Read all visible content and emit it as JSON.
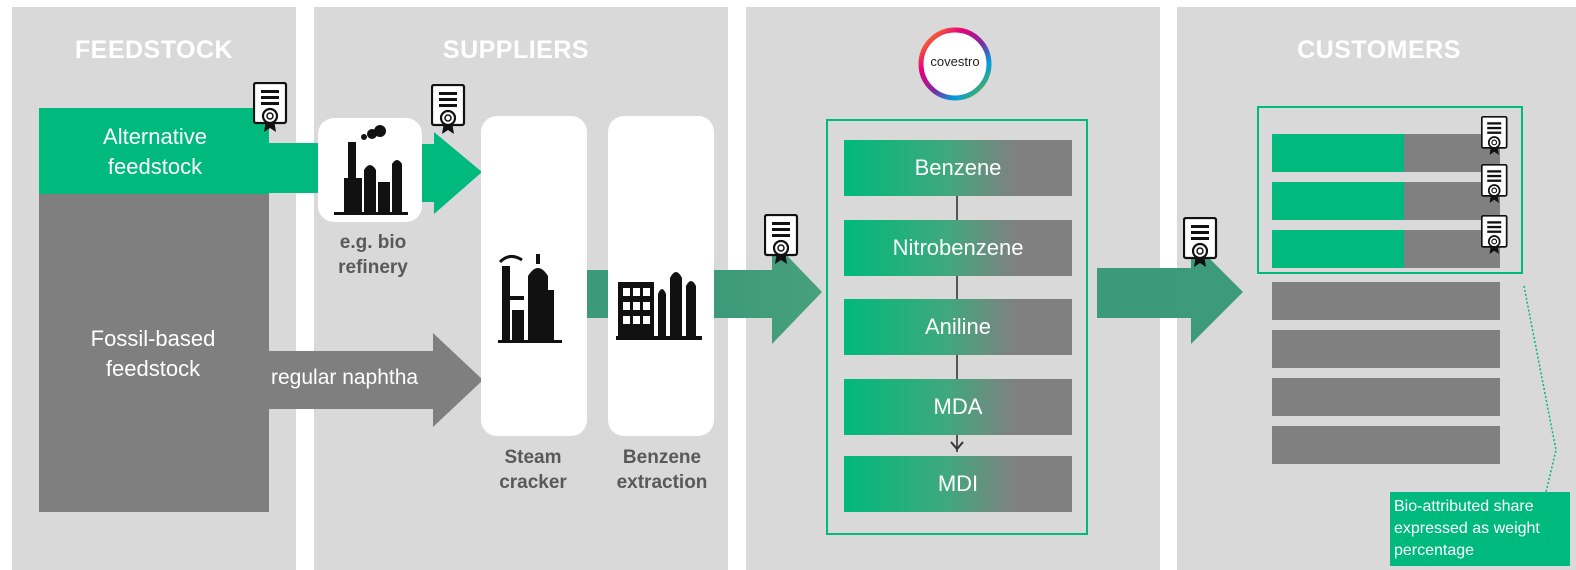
{
  "panels": {
    "feedstock_title": "FEEDSTOCK",
    "suppliers_title": "SUPPLIERS",
    "customers_title": "CUSTOMERS"
  },
  "logo": {
    "text": "covestro"
  },
  "feedstock": {
    "alternative": "Alternative feedstock",
    "fossil": "Fossil-based feedstock",
    "naphtha_label": "regular naphtha"
  },
  "suppliers": {
    "biorefinery_label": "e.g. bio refinery",
    "steam_cracker_label": "Steam cracker",
    "benzene_extraction_label": "Benzene extraction"
  },
  "chain": {
    "items": [
      "Benzene",
      "Nitrobenzene",
      "Aniline",
      "MDA",
      "MDI"
    ]
  },
  "customers": {
    "note": "Bio-attributed share expressed as weight percentage"
  },
  "colors": {
    "panel": "#d9d9d9",
    "green": "#00b97c",
    "grey": "#7f7f7f",
    "dark_green_arrow": "#3c9a7a"
  },
  "icons": [
    "certificate-icon",
    "factory-icon",
    "steam-cracker-icon",
    "refinery-icon"
  ]
}
